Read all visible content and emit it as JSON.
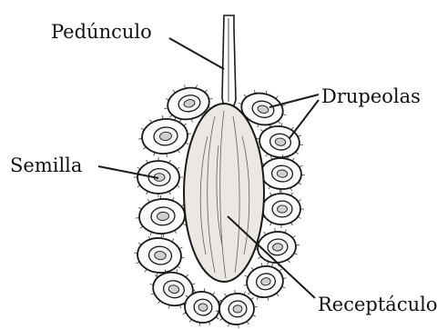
{
  "labels": {
    "peduncle": "Pedúnculo",
    "drupelets": "Drupeolas",
    "seed": "Semilla",
    "receptacle": "Receptáculo"
  },
  "colors": {
    "ink": "#1a1a1a",
    "receptacle_fill": "#ebe8e3",
    "drupelet_fill": "#fbfbfb",
    "background": "#ffffff"
  }
}
